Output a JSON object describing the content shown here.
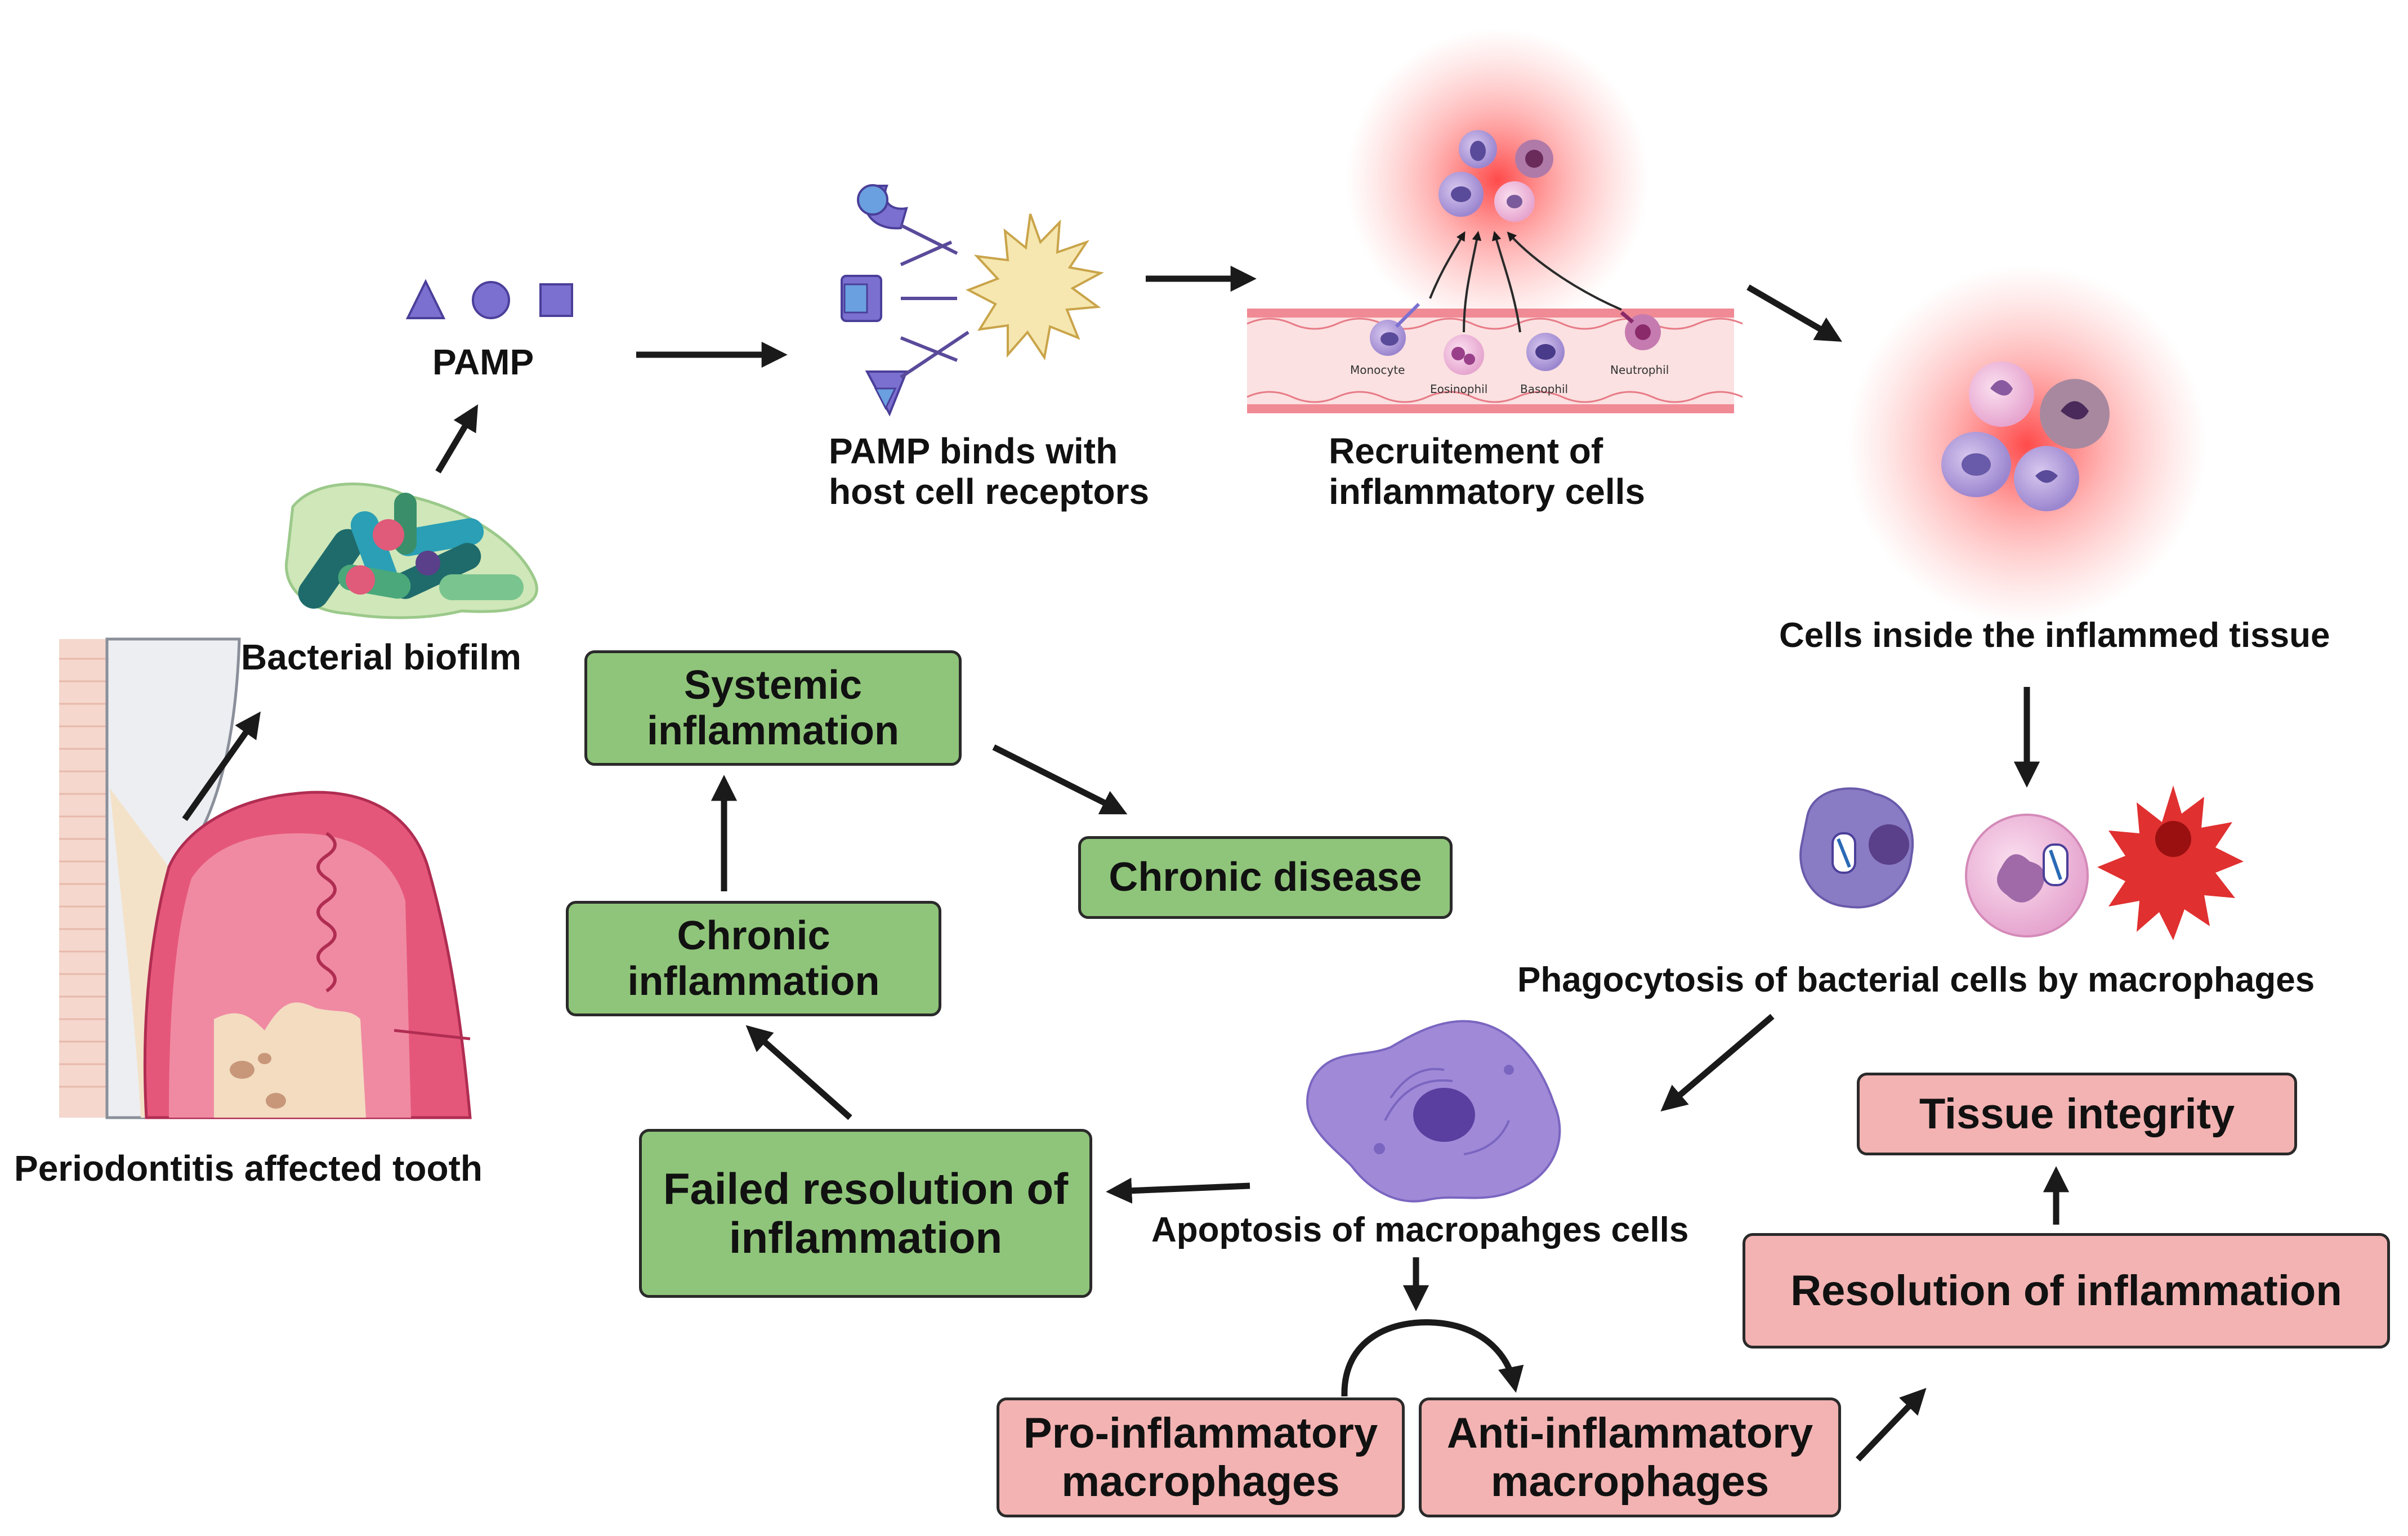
{
  "labels": {
    "pamp": "PAMP",
    "bacterial_biofilm": "Bacterial biofilm",
    "periodontitis_tooth": "Periodontitis affected tooth",
    "pamp_binds_1": "PAMP binds with",
    "pamp_binds_2": "host cell receptors",
    "recruitment_1": "Recruitement of",
    "recruitment_2": "inflammatory cells",
    "cells_inside": "Cells inside the inflammed tissue",
    "phagocytosis": "Phagocytosis of bacterial cells by macrophages",
    "apoptosis": "Apoptosis of macropahges cells"
  },
  "vessel_cells": {
    "monocyte": "Monocyte",
    "eosinophil": "Eosinophil",
    "basophil": "Basophil",
    "neutrophil": "Neutrophil"
  },
  "boxes": {
    "systemic_1": "Systemic",
    "systemic_2": "inflammation",
    "chronic_disease": "Chronic disease",
    "chronic_inflammation_1": "Chronic",
    "chronic_inflammation_2": "inflammation",
    "failed_resolution_1": "Failed resolution of",
    "failed_resolution_2": "inflammation",
    "tissue_integrity": "Tissue integrity",
    "resolution": "Resolution of inflammation",
    "pro_inflammatory_1": "Pro-inflammatory",
    "pro_inflammatory_2": "macrophages",
    "anti_inflammatory_1": "Anti-inflammatory",
    "anti_inflammatory_2": "macrophages"
  },
  "colors": {
    "green_box": "#8fc57a",
    "pink_box": "#f2b3b2",
    "arrow": "#1a1a1a",
    "inflammation_glow": "#ff3b3b"
  }
}
